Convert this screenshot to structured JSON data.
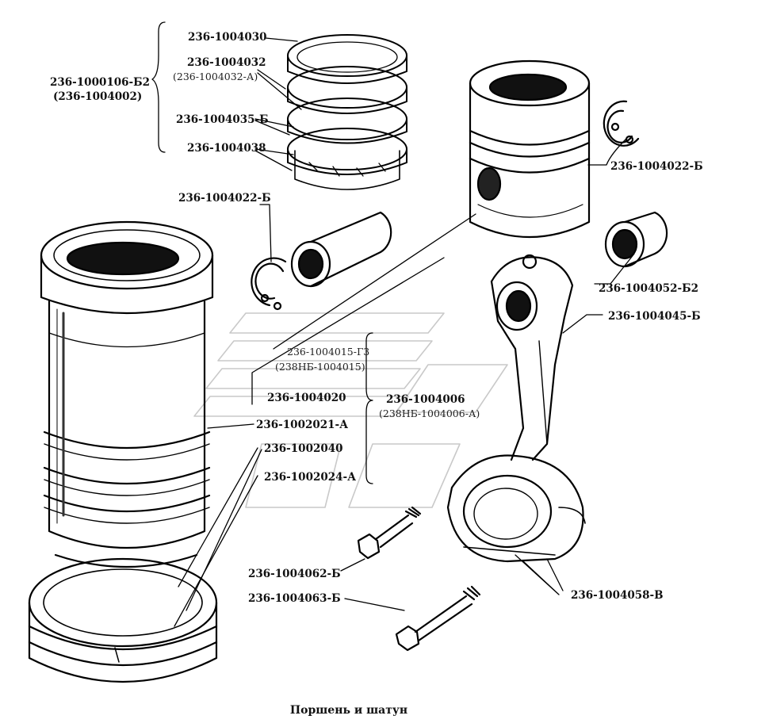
{
  "diagram": {
    "caption": "Поршень и шатун",
    "labels": {
      "ring_set": "236-1000106-Б2",
      "ring_set_alt": "(236-1004002)",
      "ring_top": "236-1004030",
      "ring_compression": "236-1004032",
      "ring_compression_alt": "(236-1004032-А)",
      "ring_035": "236-1004035-Б",
      "ring_oil": "236-1004038",
      "circlip_left": "236-1004022-Б",
      "circlip_right": "236-1004022-Б",
      "piston": "236-1004015-Г3",
      "piston_alt": "(238НБ-1004015)",
      "pin": "236-1004020",
      "bushing": "236-1004052-Б2",
      "rod": "236-1004045-Б",
      "rod_assembly": "236-1004006",
      "rod_assembly_alt": "(238НБ-1004006-А)",
      "liner": "236-1002021-А",
      "liner_seal": "236-1002040",
      "liner_seal_2": "236-1002024-А",
      "bolt_1": "236-1004062-Б",
      "bolt_2": "236-1004063-Б",
      "bearing": "236-1004058-В"
    }
  }
}
